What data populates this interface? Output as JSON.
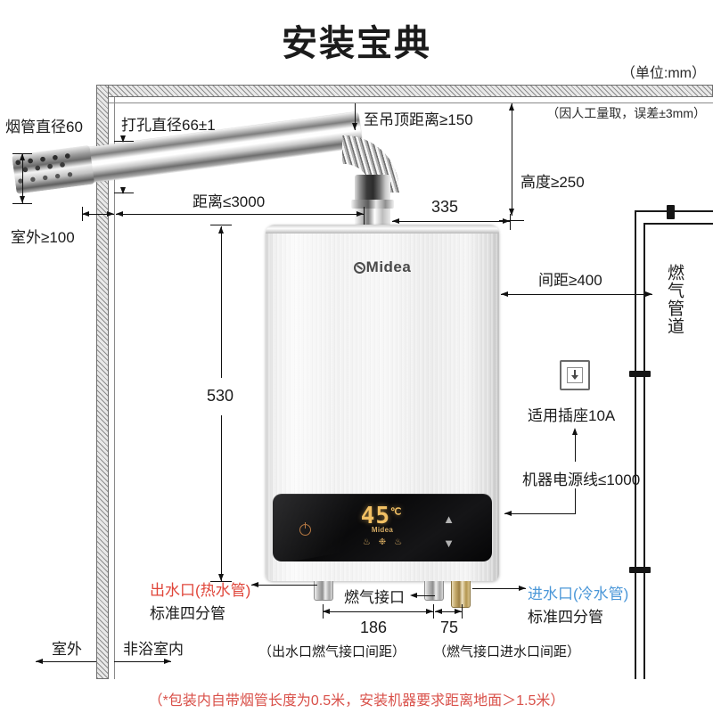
{
  "title": "安装宝典",
  "notes": {
    "unit": "（单位:mm）",
    "tolerance": "（因人工量取，误差±3mm）",
    "footer": "（*包装内自带烟管长度为0.5米，安装机器要求距离地面＞1.5米）"
  },
  "dimensions": {
    "flue_diameter": "烟管直径60",
    "hole_diameter": "打孔直径66±1",
    "outdoor_min": "室外≥100",
    "distance_max": "距离≤3000",
    "ceiling_gap": "至吊顶距离≥150",
    "offset_335": "335",
    "height_min": "高度≥250",
    "spacing_min": "间距≥400",
    "body_height": "530",
    "hot_to_gas": "186",
    "gas_to_cold": "75",
    "hot_to_gas_note": "（出水口燃气接口间距）",
    "gas_to_cold_note": "（燃气接口进水口间距）"
  },
  "labels": {
    "gas_pipeline": "燃气管道",
    "socket": "适用插座10A",
    "power_cord": "机器电源线≤1000",
    "gas_port": "燃气接口",
    "outlet_title": "出水口(热水管)",
    "outlet_sub": "标准四分管",
    "inlet_title": "进水口(冷水管)",
    "inlet_sub": "标准四分管",
    "outdoor": "室外",
    "indoor": "非浴室内"
  },
  "heater": {
    "brand": "Midea",
    "panel": {
      "temperature": "45",
      "temperature_unit": "℃",
      "brand": "Midea",
      "power_icon": "power-icon",
      "mode_icons": [
        "flame-icon",
        "fan-icon",
        "droplet-icon"
      ],
      "up_icon": "chevron-up-icon",
      "down_icon": "chevron-down-icon"
    }
  },
  "colors": {
    "hot_water": "#e0463a",
    "cold_water": "#4b97d8",
    "footer_note": "#d9514a",
    "panel_digits": "#f2c063"
  }
}
